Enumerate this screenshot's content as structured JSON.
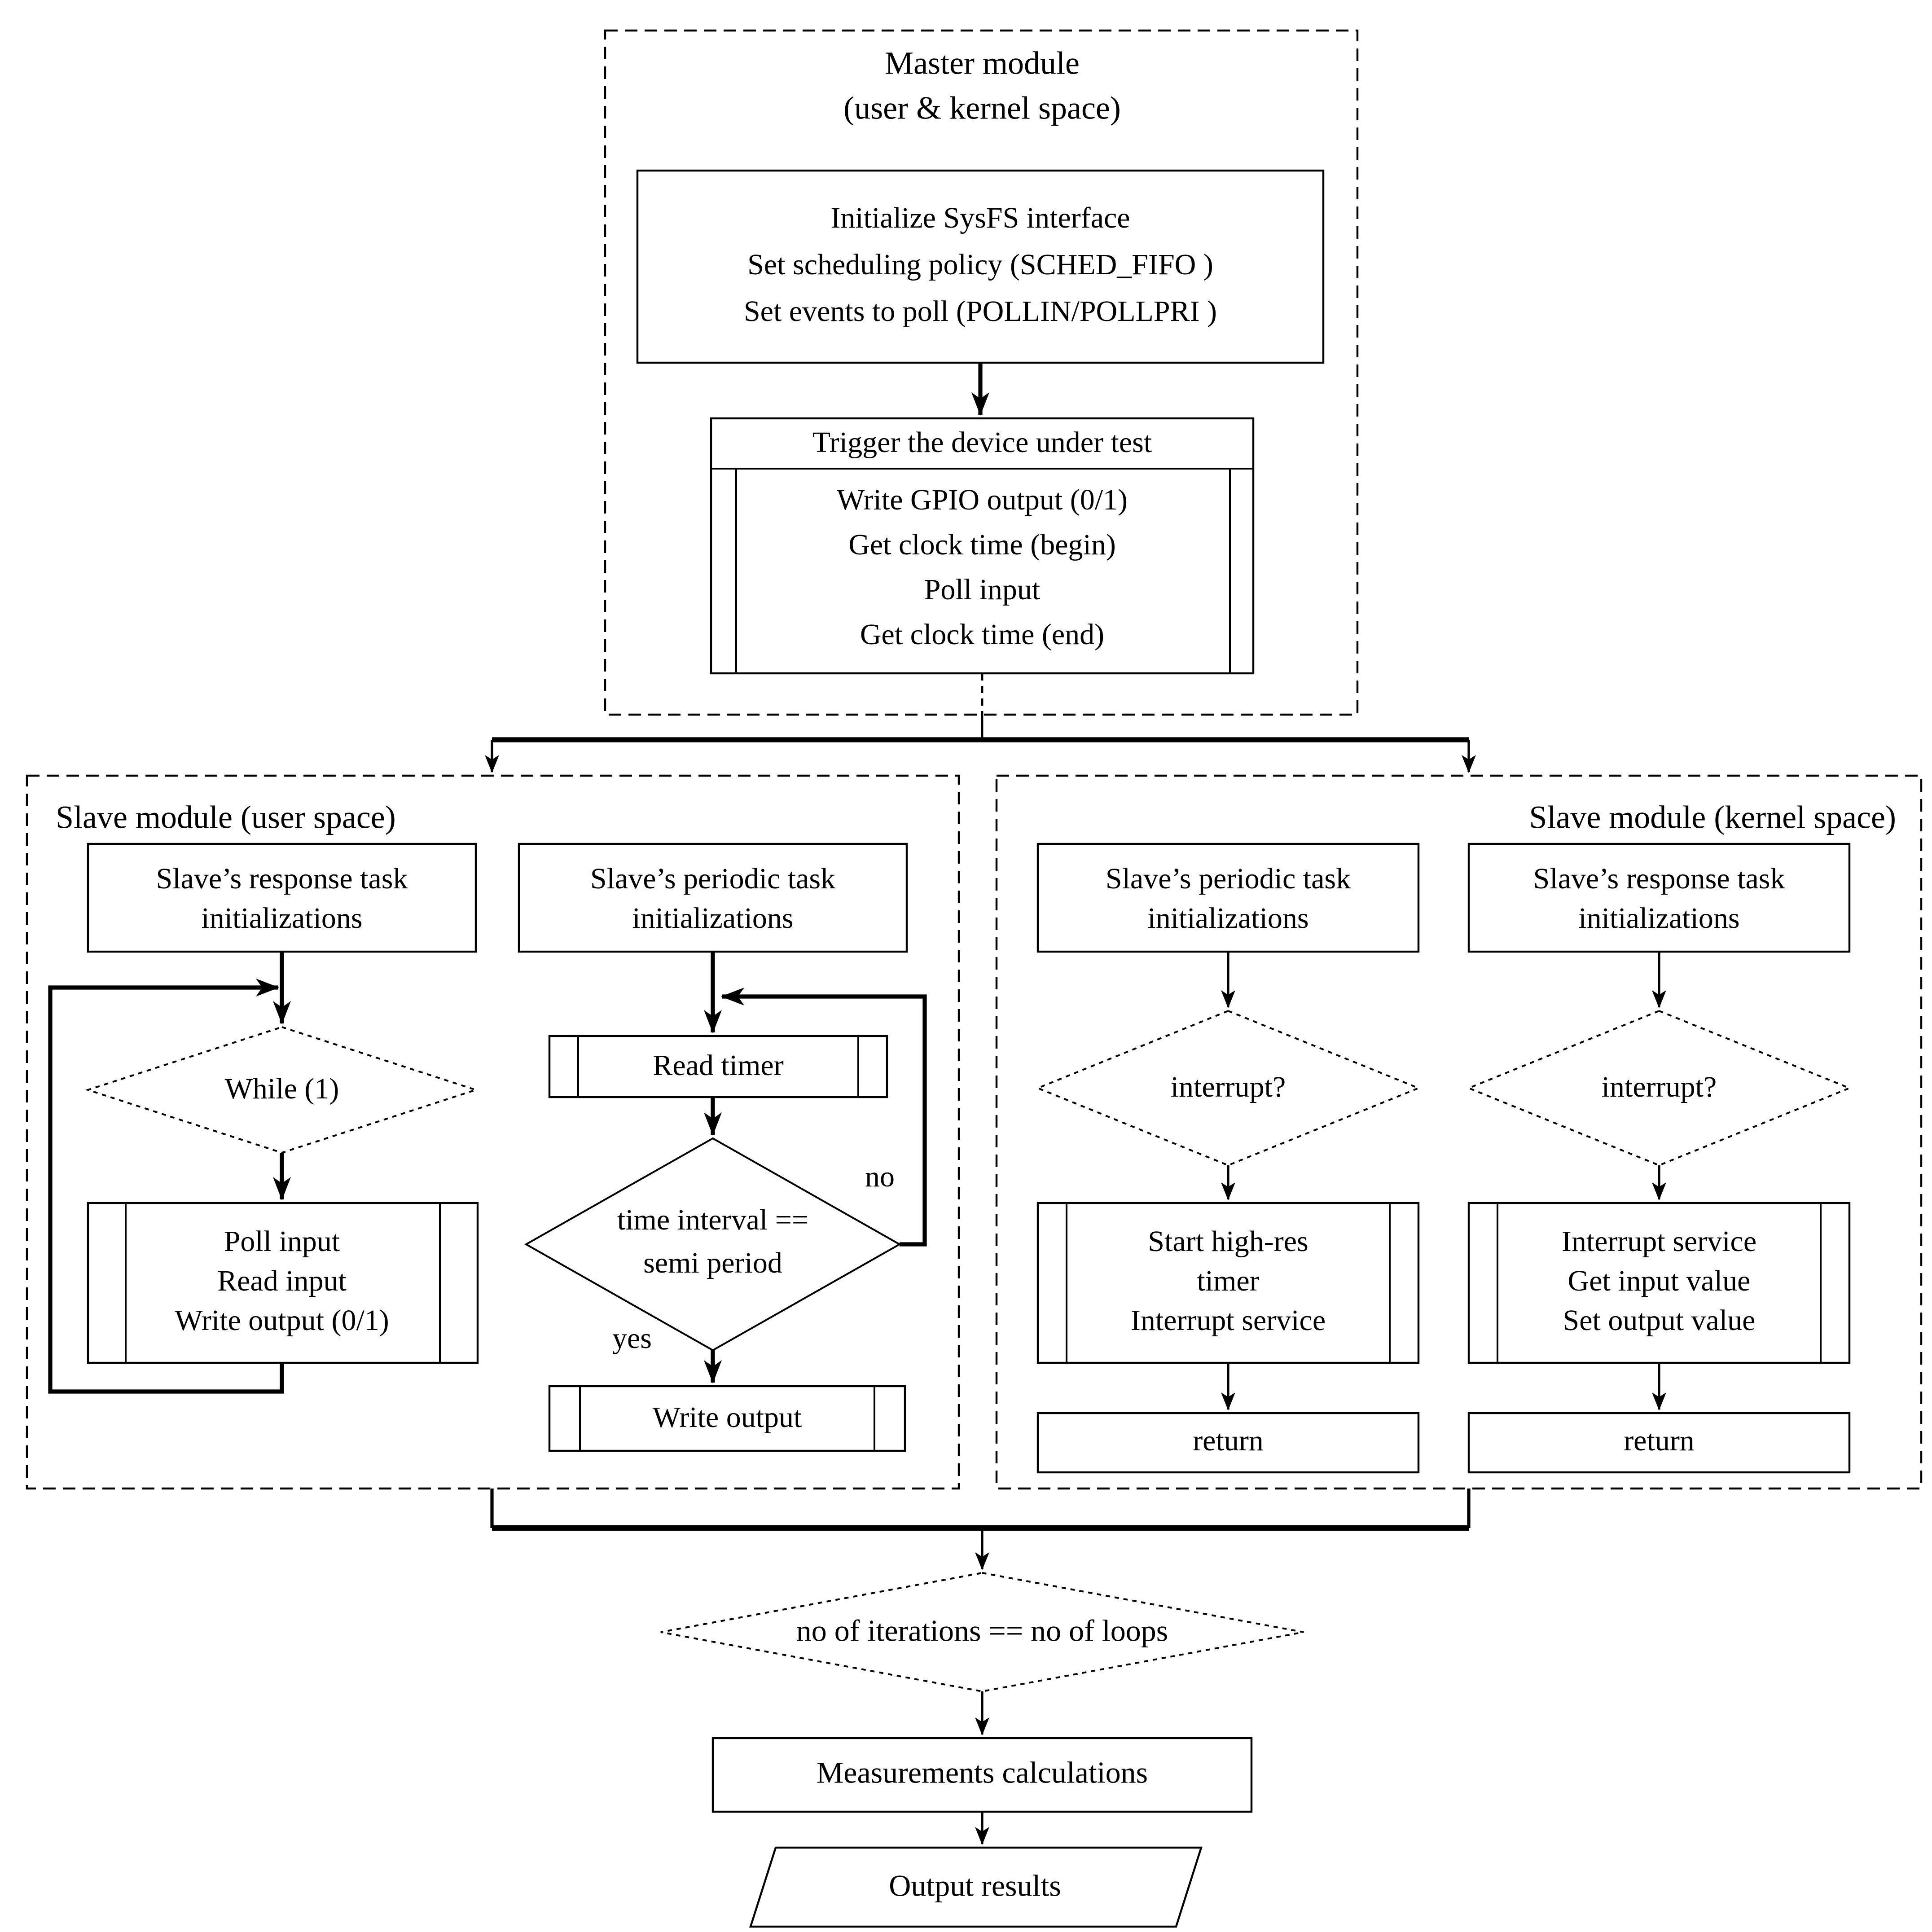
{
  "colors": {
    "ink": "#000000",
    "background": "#ffffff"
  },
  "master": {
    "title1": "Master module",
    "title2": "(user & kernel space)",
    "init_lines": [
      "Initialize SysFS interface",
      "Set scheduling policy (SCHED_FIFO )",
      "Set events to poll (POLLIN/POLLPRI )"
    ],
    "trigger": {
      "header": "Trigger the device under test",
      "lines": [
        "Write GPIO output (0/1)",
        "Get clock time (begin)",
        "Poll input",
        "Get clock time (end)"
      ]
    }
  },
  "slave_user": {
    "title": "Slave module (user space)",
    "response_init": [
      "Slave’s response task",
      "initializations"
    ],
    "while_label": "While (1)",
    "poll_box": [
      "Poll input",
      "Read input",
      "Write output (0/1)"
    ],
    "periodic_init": [
      "Slave’s periodic task",
      "initializations"
    ],
    "read_timer": "Read timer",
    "interval_diamond": [
      "time interval ==",
      "semi period"
    ],
    "no_label": "no",
    "yes_label": "yes",
    "write_output": "Write output"
  },
  "slave_kernel": {
    "title": "Slave module (kernel space)",
    "periodic_init": [
      "Slave’s periodic task",
      "initializations"
    ],
    "interrupt_periodic": "interrupt?",
    "hrtimer_box": [
      "Start high-res",
      "timer",
      "Interrupt service"
    ],
    "return_periodic": "return",
    "response_init": [
      "Slave’s response task",
      "initializations"
    ],
    "interrupt_response": "interrupt?",
    "isr_box": [
      "Interrupt service",
      "Get input value",
      "Set output value"
    ],
    "return_response": "return"
  },
  "bottom": {
    "iterations_diamond": "no of iterations == no of loops",
    "measurements": "Measurements calculations",
    "output": "Output results"
  }
}
